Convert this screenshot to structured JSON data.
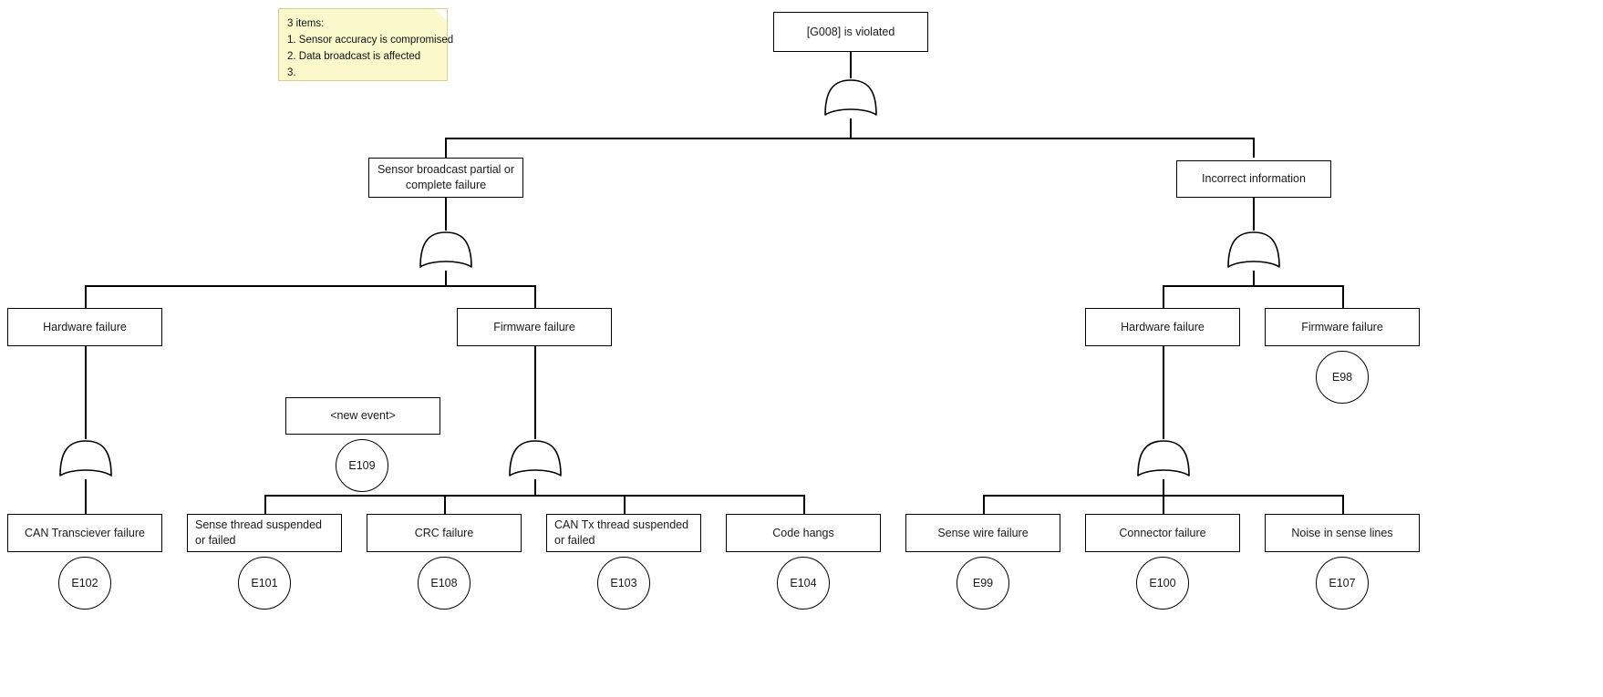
{
  "diagram": {
    "type": "fault-tree",
    "title": "[G008] is violated"
  },
  "note": {
    "header": "3 items:",
    "items": [
      "1. Sensor accuracy is compromised",
      "2. Data broadcast is affected",
      "3."
    ]
  },
  "nodes": {
    "root": "[G008] is violated",
    "left_branch": "Sensor broadcast partial or complete failure",
    "right_branch": "Incorrect information",
    "left_hw": "Hardware failure",
    "left_fw": "Firmware failure",
    "right_hw": "Hardware failure",
    "right_fw": "Firmware failure",
    "new_event": "<new event>",
    "can_transceiver": "CAN Transciever failure",
    "sense_thread": "Sense thread suspended or failed",
    "crc": "CRC failure",
    "can_tx_thread": "CAN Tx thread suspended or failed",
    "code_hangs": "Code hangs",
    "sense_wire": "Sense wire failure",
    "connector": "Connector failure",
    "noise": "Noise in sense lines"
  },
  "events": {
    "e98": "E98",
    "e99": "E99",
    "e100": "E100",
    "e101": "E101",
    "e102": "E102",
    "e103": "E103",
    "e104": "E104",
    "e107": "E107",
    "e108": "E108",
    "e109": "E109"
  },
  "gates": {
    "root_gate": "or-gate",
    "left_gate": "or-gate",
    "right_gate": "or-gate",
    "left_hw_gate": "or-gate",
    "left_fw_gate": "or-gate",
    "right_hw_gate": "or-gate"
  },
  "colors": {
    "stroke": "#000000",
    "node_fill": "#ffffff",
    "note_fill": "#fbf8cc",
    "note_border": "#d9cf8a",
    "text": "#1a1a1a"
  }
}
